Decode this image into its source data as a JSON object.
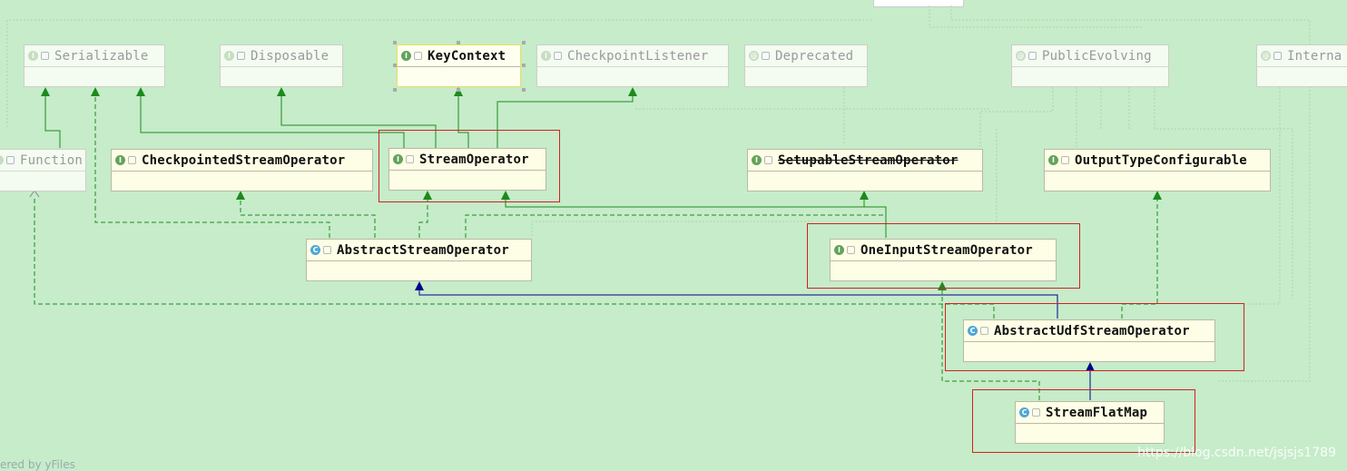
{
  "nodes": {
    "serializable": {
      "label": "Serializable",
      "kind": "I"
    },
    "disposable": {
      "label": "Disposable",
      "kind": "I"
    },
    "keycontext": {
      "label": "KeyContext",
      "kind": "I"
    },
    "checkpointlistener": {
      "label": "CheckpointListener",
      "kind": "I"
    },
    "deprecated": {
      "label": "Deprecated",
      "kind": "@"
    },
    "publicevolving": {
      "label": "PublicEvolving",
      "kind": "@"
    },
    "internal": {
      "label": "Interna",
      "kind": "@"
    },
    "function": {
      "label": "Function",
      "kind": "I"
    },
    "checkpointed": {
      "label": "CheckpointedStreamOperator",
      "kind": "I"
    },
    "streamoperator": {
      "label": "StreamOperator",
      "kind": "I"
    },
    "setupable": {
      "label": "SetupableStreamOperator",
      "kind": "I"
    },
    "outputtype": {
      "label": "OutputTypeConfigurable",
      "kind": "I"
    },
    "abstractstream": {
      "label": "AbstractStreamOperator",
      "kind": "C"
    },
    "oneinput": {
      "label": "OneInputStreamOperator",
      "kind": "I"
    },
    "abstractudf": {
      "label": "AbstractUdfStreamOperator",
      "kind": "C"
    },
    "streamflatmap": {
      "label": "StreamFlatMap",
      "kind": "C"
    }
  },
  "colors": {
    "background": "#c6ecca",
    "interface_edge": "#1d8a1d",
    "class_edge": "#00008b",
    "highlight_box": "#d42020",
    "annotation_edge": "#a8d8a0"
  },
  "footer": {
    "watermark": "https://blog.csdn.net/jsjsjs1789",
    "yfiles": "ered by yFiles"
  }
}
